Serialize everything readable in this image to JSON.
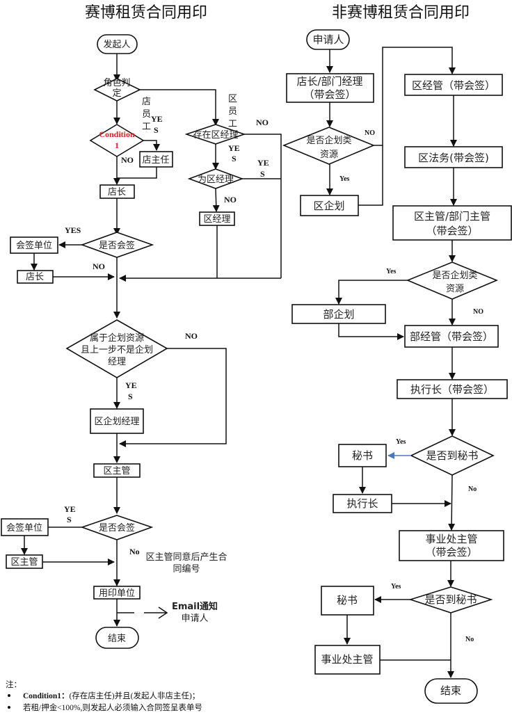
{
  "left": {
    "title": "赛博租赁合同用印",
    "start": "发起人",
    "role_decision": [
      "角色判",
      "定"
    ],
    "branch_store": [
      "店",
      "员",
      "工"
    ],
    "branch_area": [
      "区",
      "员",
      "工"
    ],
    "condition1": [
      "Condition",
      "1"
    ],
    "store_supervisor": "店主任",
    "store_manager": "店长",
    "exists_area_manager": "存在区经理",
    "is_area_manager": "为区经理",
    "area_manager": "区经理",
    "countersign_q1": "是否会签",
    "countersign_unit1": "会签单位",
    "store_manager2": "店长",
    "planning_q": [
      "属于企划资源",
      "且上一步不是企划",
      "经理"
    ],
    "area_planning_manager": "区企划经理",
    "area_director": "区主管",
    "countersign_q2": "是否会签",
    "countersign_unit2": "会签单位",
    "area_director2": "区主管",
    "seal_unit": "用印单位",
    "end": "结束",
    "note_contract_no": [
      "区主管同意后产生合",
      "同编号"
    ],
    "email_note": [
      "Email通知",
      "申请人"
    ],
    "labels": {
      "yes_split": [
        "YE",
        "S"
      ],
      "yes": "YES",
      "no": "NO",
      "no_lower": "No"
    }
  },
  "right": {
    "title": "非赛博租赁合同用印",
    "start": "申请人",
    "store_dept_manager": [
      "店长/部门经理",
      "（带会签）"
    ],
    "planning_q1": [
      "是否企划类",
      "资源"
    ],
    "area_planning": "区企划",
    "area_mgmt": "区经管（带会签）",
    "area_legal": "区法务(带会签)",
    "area_dept_director": [
      "区主管/部门主管",
      "（带会签）"
    ],
    "planning_q2": [
      "是否企划类",
      "资源"
    ],
    "dept_planning": "部企划",
    "dept_mgmt": "部经管（带会签）",
    "ceo_countersign": "执行长（带会签）",
    "secretary_q1": "是否到秘书",
    "secretary1": "秘书",
    "ceo": "执行长",
    "bu_director_countersign": [
      "事业处主管",
      "（带会签）"
    ],
    "secretary_q2": "是否到秘书",
    "secretary2": "秘书",
    "bu_director": "事业处主管",
    "end": "结束",
    "labels": {
      "yes": "Yes",
      "no_upper": "NO",
      "no": "No"
    }
  },
  "notes": {
    "heading": "注：",
    "items": [
      {
        "bold": "Condition1：",
        "text": "(存在店主任)并且(发起人非店主任)；"
      },
      {
        "bold": "",
        "text": "若租/押金<100%,则发起人必须输入合同签呈表单号"
      }
    ]
  },
  "colors": {
    "condition_red": "#e0202a",
    "secretary_arrow_blue": "#4a78c0"
  }
}
